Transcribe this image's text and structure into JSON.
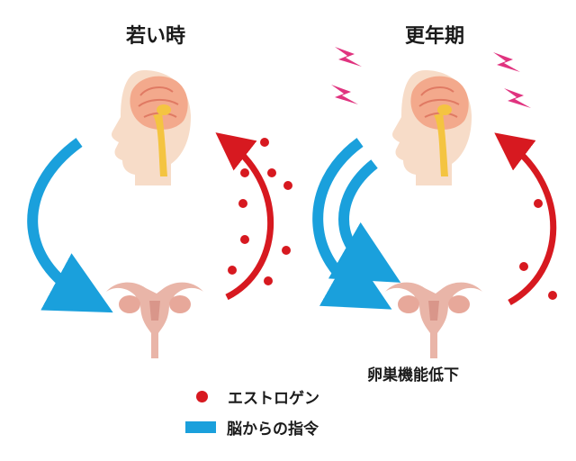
{
  "titles": {
    "young": "若い時",
    "menopause": "更年期"
  },
  "labels": {
    "ovary_decline": "卵巣機能低下"
  },
  "legend": {
    "estrogen": "エストロゲン",
    "brain_signal": "脳からの指令"
  },
  "colors": {
    "estrogen": "#d71920",
    "brain_signal": "#1aa0dc",
    "lightning": "#e0337f",
    "skin": "#f7dcc8",
    "brain": "#f3a98c",
    "organ": "#e9b5a8"
  },
  "icons": {
    "head": "head-with-brain-icon",
    "uterus": "uterus-ovaries-icon",
    "lightning": "lightning-bolt-icon"
  }
}
